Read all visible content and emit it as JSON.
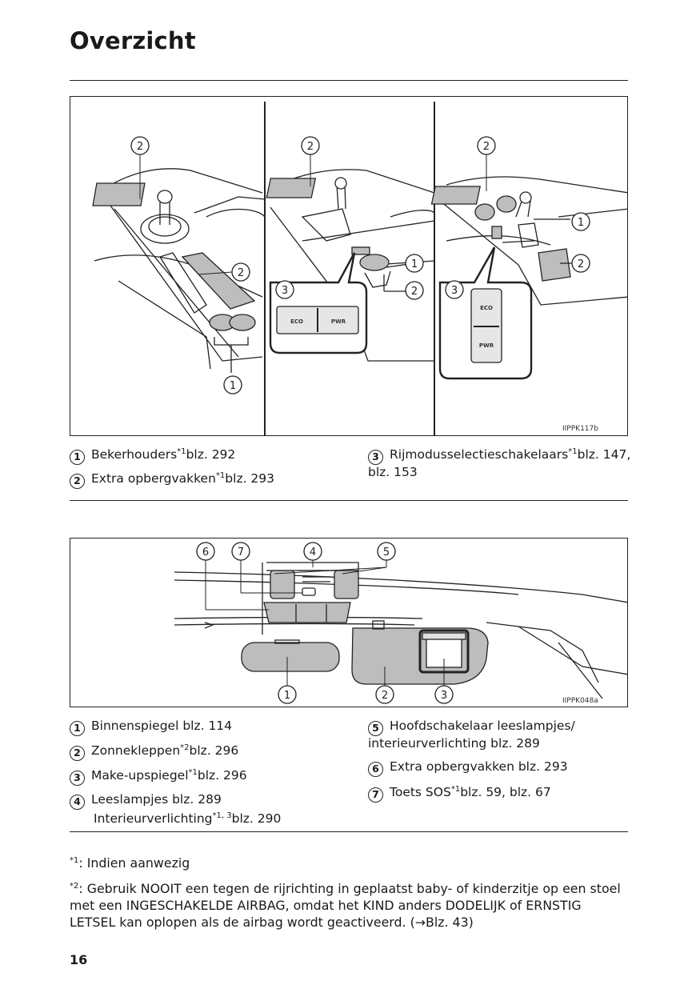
{
  "page": {
    "title": "Overzicht",
    "page_number": "16"
  },
  "figure1": {
    "code": "IIPPK117b",
    "switch_eco": "ECO",
    "switch_pwr": "PWR",
    "labels": [
      "1",
      "2",
      "3"
    ]
  },
  "captions1": {
    "item1": {
      "num": "1",
      "text": "Bekerhouders",
      "sup": "*1",
      "ref": "blz. 292"
    },
    "item2": {
      "num": "2",
      "text": "Extra opbergvakken",
      "sup": "*1",
      "ref": "blz. 293"
    },
    "item3": {
      "num": "3",
      "text": "Rijmodusselectieschakelaars",
      "sup": "*1",
      "ref": "blz. 147,",
      "ref2": "blz. 153"
    }
  },
  "figure2": {
    "code": "IIPPK048a",
    "labels": [
      "1",
      "2",
      "3",
      "4",
      "5",
      "6",
      "7"
    ]
  },
  "captions2": {
    "item1": {
      "num": "1",
      "text": "Binnenspiegel blz. 114"
    },
    "item2": {
      "num": "2",
      "text": "Zonnekleppen",
      "sup": "*2",
      "ref": "blz. 296"
    },
    "item3": {
      "num": "3",
      "text": "Make-upspiegel",
      "sup": "*1",
      "ref": "blz. 296"
    },
    "item4": {
      "num": "4",
      "text": "Leeslampjes blz. 289",
      "line2": "Interieurverlichting",
      "sup2": "*1, 3",
      "ref2": "blz. 290"
    },
    "item5": {
      "num": "5",
      "text": "Hoofdschakelaar leeslampjes/",
      "line2": "interieurverlichting blz. 289"
    },
    "item6": {
      "num": "6",
      "text": "Extra opbergvakken blz. 293"
    },
    "item7": {
      "num": "7",
      "text": "Toets SOS",
      "sup": "*1",
      "ref": "blz. 59, blz. 67"
    }
  },
  "notes": {
    "n1_mark": "*1",
    "n1_text": ": Indien aanwezig",
    "n2_mark": "*2",
    "n2_line1": ": Gebruik NOOIT een tegen de rijrichting in geplaatst baby- of kinderzitje op een stoel",
    "n2_line2": "met een INGESCHAKELDE AIRBAG, omdat het KIND anders DODELIJK of ERNSTIG",
    "n2_line3": "LETSEL kan oplopen als de airbag wordt geactiveerd. (→Blz. 43)"
  }
}
